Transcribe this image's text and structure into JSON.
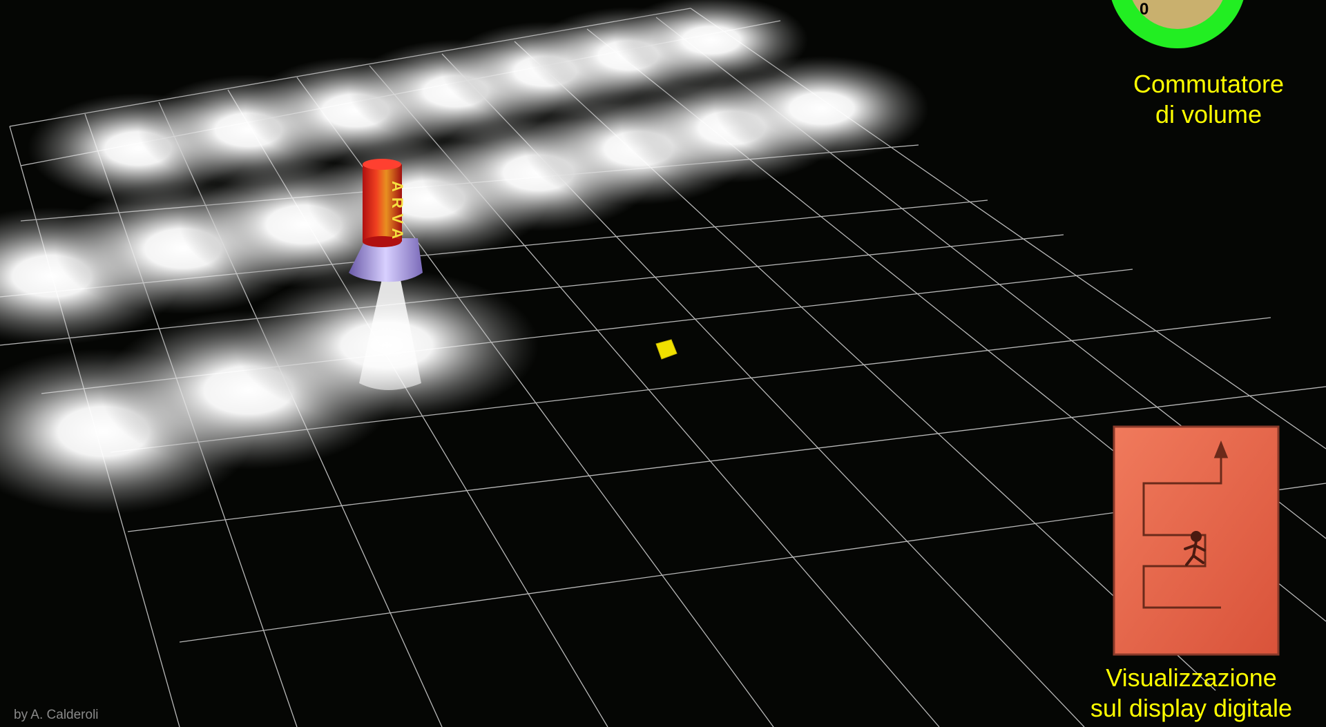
{
  "volume_switch": {
    "label_line1": "Commutatore",
    "label_line2": "di volume",
    "dial_value": "0"
  },
  "device": {
    "brand_text": "ARVA"
  },
  "display": {
    "label_line1": "Visualizzazione",
    "label_line2": "sul display digitale"
  },
  "credit": "by A. Calderoli",
  "colors": {
    "background": "#050604",
    "grid": "#d8d8d8",
    "label": "#ffff00",
    "dial_ring": "#22ee22",
    "dial_face": "#c9b06e",
    "display_panel": "#e8664a",
    "target_marker": "#f0e000"
  },
  "icons": [
    "volume-dial-icon",
    "arva-transceiver-icon",
    "search-path-arrow-icon",
    "walking-person-icon",
    "buried-target-icon"
  ]
}
